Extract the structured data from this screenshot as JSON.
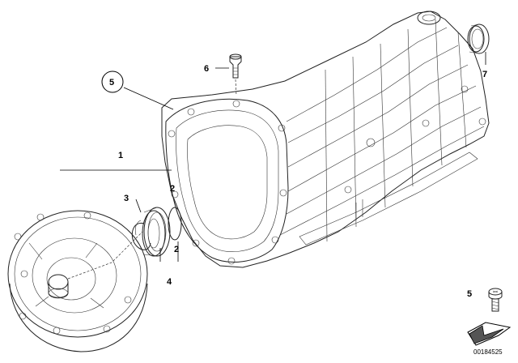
{
  "callouts": {
    "c1": "1",
    "c2a": "2",
    "c2b": "2",
    "c3": "3",
    "c4": "4",
    "c5": "5",
    "c6": "6",
    "c7": "7",
    "legend5": "5"
  },
  "doc_id": "00184525",
  "icons": {
    "transmission": "transmission-housing-icon",
    "converter": "torque-converter-icon",
    "seal": "radial-seal-icon",
    "oring": "o-ring-icon",
    "circlip": "circlip-icon",
    "plug": "vent-plug-icon",
    "bolt": "bolt-icon",
    "arrow": "arrow-icon"
  }
}
